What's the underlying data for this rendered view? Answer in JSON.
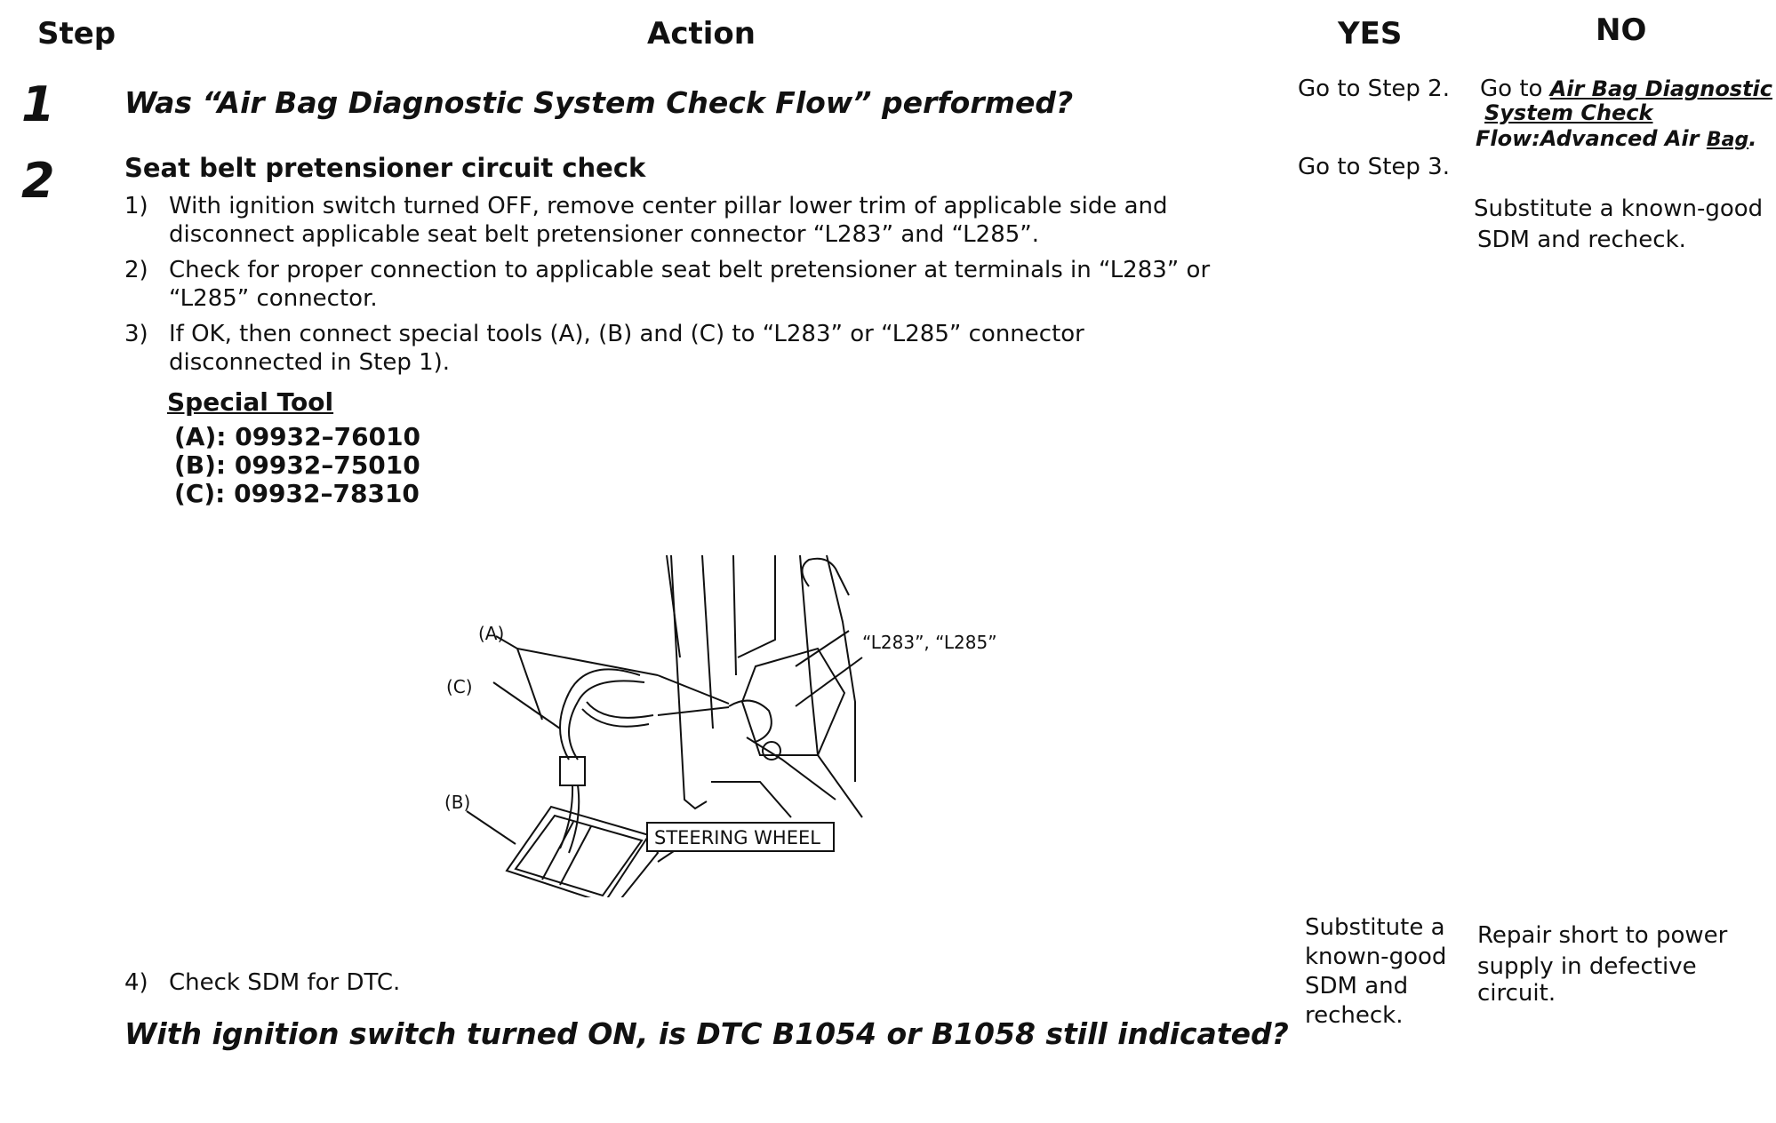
{
  "headers": {
    "step": "Step",
    "action": "Action",
    "yes": "YES",
    "no": "NO"
  },
  "step1": {
    "number": "1",
    "question": "Was “Air Bag Diagnostic System Check Flow” performed?",
    "yes": "Go to Step 2.",
    "no_prefix": "Go to",
    "no_link_line1": "Air Bag Diagnostic",
    "no_link_line2": "System Check",
    "no_line3": "Flow:Advanced Air",
    "no_link_tail": "Bag",
    "no_period": "."
  },
  "step2": {
    "number": "2",
    "title": "Seat belt pretensioner circuit check",
    "items": [
      {
        "num": "1)",
        "line1": "With ignition switch turned OFF, remove center pillar lower trim of applicable side and",
        "line2": "disconnect applicable seat belt pretensioner connector “L283” and “L285”."
      },
      {
        "num": "2)",
        "line1": "Check for proper connection to applicable seat belt pretensioner at terminals in “L283” or",
        "line2": "“L285” connector."
      },
      {
        "num": "3)",
        "line1": "If OK, then connect special tools (A), (B) and (C) to “L283” or “L285” connector",
        "line2": "disconnected in Step 1)."
      }
    ],
    "special_tool_label": "Special Tool",
    "tools": [
      "(A): 09932–76010",
      "(B): 09932–75010",
      "(C): 09932–78310"
    ],
    "figure": {
      "label_a": "(A)",
      "label_b": "(B)",
      "label_c": "(C)",
      "label_connector": "“L283”, “L285”",
      "label_steering": "STEERING WHEEL"
    },
    "item4": {
      "num": "4)",
      "text": "Check SDM for DTC."
    },
    "question": "With ignition switch turned ON, is DTC B1054 or B1058 still indicated?",
    "yes_upper": "Go to Step 3.",
    "no_upper_line1": "Substitute a known-good",
    "no_upper_line2": "SDM and recheck.",
    "yes_lower": [
      "Substitute a",
      "known-good",
      "SDM and",
      "recheck."
    ],
    "no_lower": [
      "Repair short to power",
      "supply in defective",
      "circuit."
    ]
  }
}
